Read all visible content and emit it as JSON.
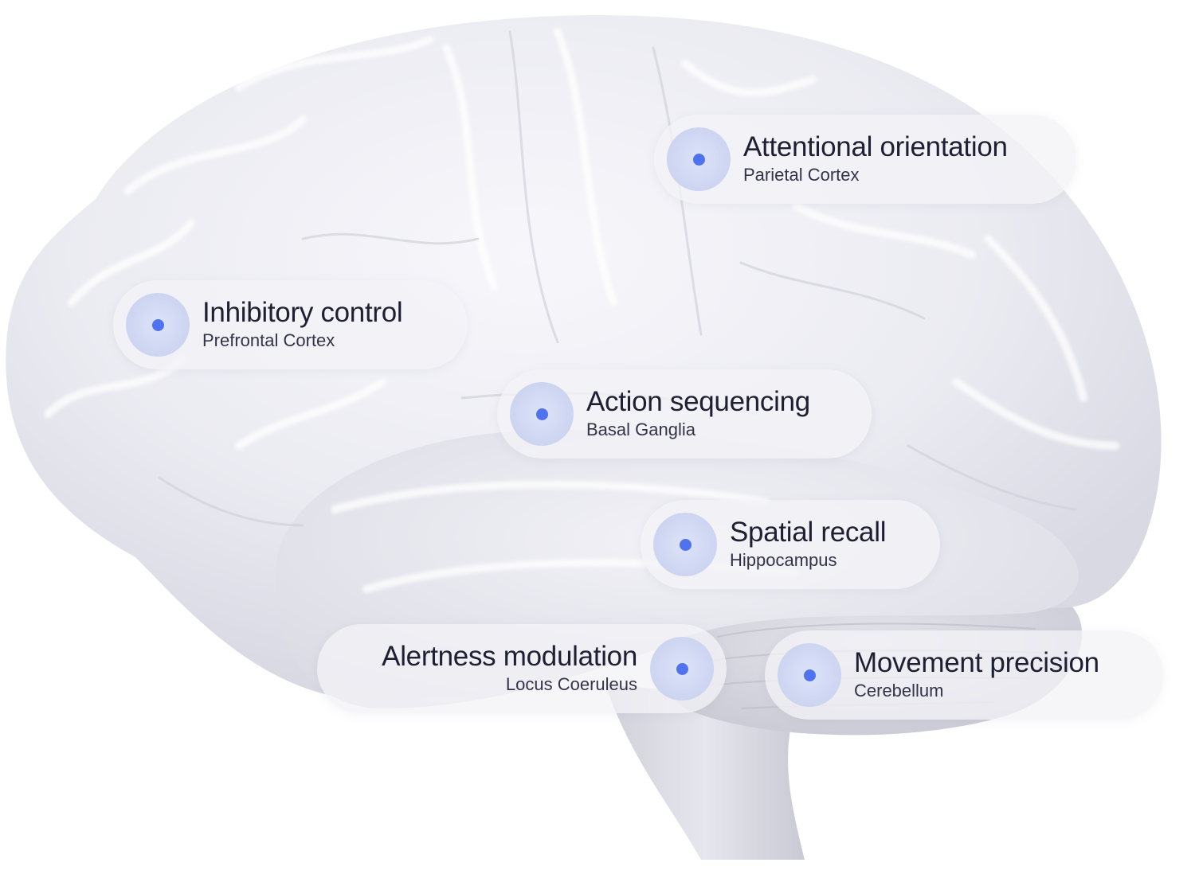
{
  "labels": [
    {
      "title": "Attentional orientation",
      "region": "Parietal Cortex"
    },
    {
      "title": "Inhibitory control",
      "region": "Prefrontal Cortex"
    },
    {
      "title": "Action sequencing",
      "region": "Basal Ganglia"
    },
    {
      "title": "Spatial recall",
      "region": "Hippocampus"
    },
    {
      "title": "Alertness modulation",
      "region": "Locus Coeruleus"
    },
    {
      "title": "Movement precision",
      "region": "Cerebellum"
    }
  ],
  "colors": {
    "marker": "#4f72ee",
    "marker_ring": "#cfd6f2",
    "pill_background": "#f3f3f7",
    "title_text": "#1f1f33",
    "brain_tint": "#ebebf2"
  },
  "icons": {
    "marker": "dot-marker-icon",
    "illustration": "brain-illustration"
  }
}
